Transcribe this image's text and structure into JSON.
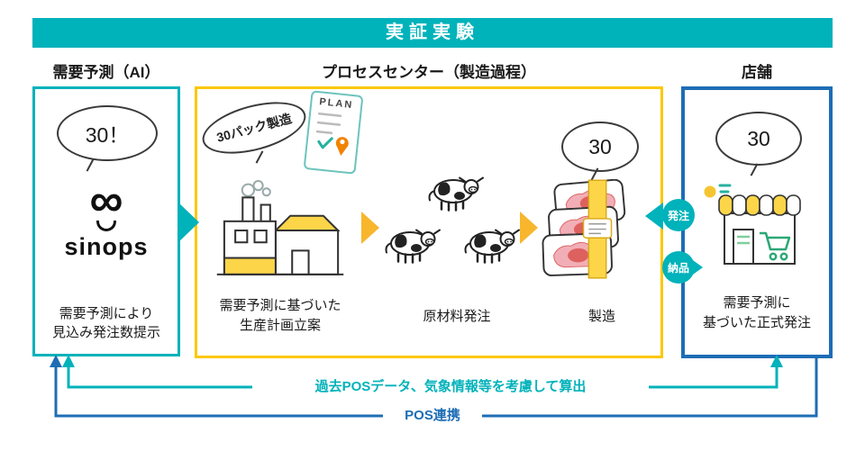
{
  "banner": {
    "title": "実証実験"
  },
  "headers": {
    "left": "需要予測（AI）",
    "center": "プロセスセンター（製造過程）",
    "right": "店舗"
  },
  "forecast_box": {
    "bubble": "30！",
    "infinity_glyph": "∞",
    "logo_word": "sinops",
    "caption_line1": "需要予測により",
    "caption_line2": "見込み発注数提示"
  },
  "process_box": {
    "planning": {
      "bubble": "30パック製造",
      "plan_label": "PLAN",
      "caption_line1": "需要予測に基づいた",
      "caption_line2": "生産計画立案"
    },
    "materials": {
      "caption": "原材料発注"
    },
    "manufacturing": {
      "bubble": "30",
      "caption": "製造"
    }
  },
  "store_box": {
    "bubble": "30",
    "caption_line1": "需要予測に",
    "caption_line2": "基づいた正式発注"
  },
  "badges": {
    "order": "発注",
    "delivery": "納品"
  },
  "notes": {
    "teal": "過去POSデータ、気象情報等を考慮して算出",
    "blue": "POS連携"
  },
  "colors": {
    "teal": "#00b2ba",
    "yellow_border": "#fcc800",
    "arrow_yellow": "#f8b62d",
    "blue": "#1d6db5",
    "badge_teal": "#00b2ba"
  }
}
